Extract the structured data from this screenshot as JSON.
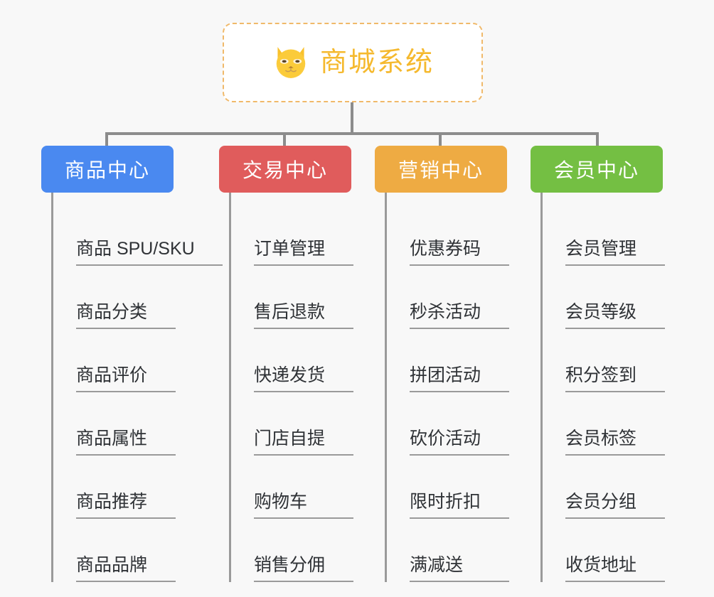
{
  "background_color": "#f8f8f8",
  "root": {
    "title": "商城系统",
    "icon": "shiba-dog-icon",
    "text_color": "#f5b92e",
    "border_color": "#f0b96a"
  },
  "connector_color": "#8c8c8c",
  "chart_data": {
    "type": "diagram",
    "title": "商城系统",
    "diagram_kind": "org-tree",
    "root": "商城系统",
    "branches": [
      {
        "label": "商品中心",
        "color": "#4a89f0",
        "children": [
          "商品 SPU/SKU",
          "商品分类",
          "商品评价",
          "商品属性",
          "商品推荐",
          "商品品牌"
        ]
      },
      {
        "label": "交易中心",
        "color": "#e05c5c",
        "children": [
          "订单管理",
          "售后退款",
          "快递发货",
          "门店自提",
          "购物车",
          "销售分佣"
        ]
      },
      {
        "label": "营销中心",
        "color": "#eeab43",
        "children": [
          "优惠券码",
          "秒杀活动",
          "拼团活动",
          "砍价活动",
          "限时折扣",
          "满减送"
        ]
      },
      {
        "label": "会员中心",
        "color": "#74bf43",
        "children": [
          "会员管理",
          "会员等级",
          "积分签到",
          "会员标签",
          "会员分组",
          "收货地址"
        ]
      }
    ]
  },
  "columns": [
    {
      "header": "商品中心",
      "color": "#4a89f0",
      "items": [
        {
          "label": "商品 SPU/SKU"
        },
        {
          "label": "商品分类"
        },
        {
          "label": "商品评价"
        },
        {
          "label": "商品属性"
        },
        {
          "label": "商品推荐"
        },
        {
          "label": "商品品牌"
        }
      ]
    },
    {
      "header": "交易中心",
      "color": "#e05c5c",
      "items": [
        {
          "label": "订单管理"
        },
        {
          "label": "售后退款"
        },
        {
          "label": "快递发货"
        },
        {
          "label": "门店自提"
        },
        {
          "label": "购物车"
        },
        {
          "label": "销售分佣"
        }
      ]
    },
    {
      "header": "营销中心",
      "color": "#eeab43",
      "items": [
        {
          "label": "优惠券码"
        },
        {
          "label": "秒杀活动"
        },
        {
          "label": "拼团活动"
        },
        {
          "label": "砍价活动"
        },
        {
          "label": "限时折扣"
        },
        {
          "label": "满减送"
        }
      ]
    },
    {
      "header": "会员中心",
      "color": "#74bf43",
      "items": [
        {
          "label": "会员管理"
        },
        {
          "label": "会员等级"
        },
        {
          "label": "积分签到"
        },
        {
          "label": "会员标签"
        },
        {
          "label": "会员分组"
        },
        {
          "label": "收货地址"
        }
      ]
    }
  ]
}
